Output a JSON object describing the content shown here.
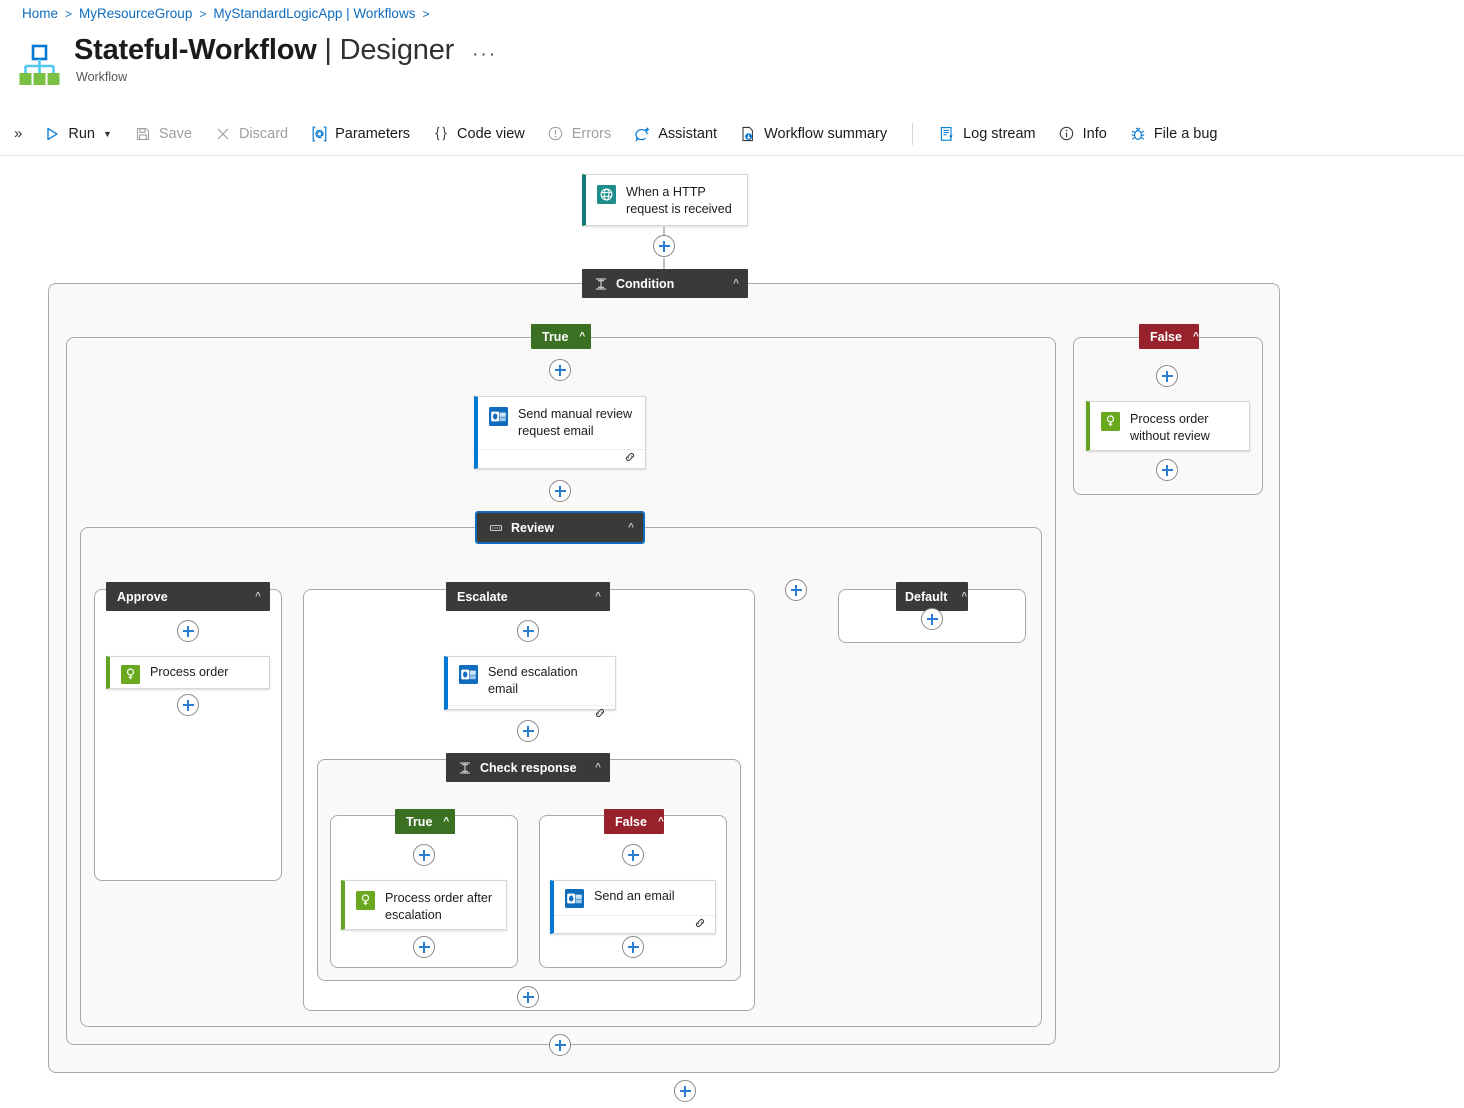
{
  "breadcrumb": {
    "items": [
      {
        "label": "Home"
      },
      {
        "label": "MyResourceGroup"
      },
      {
        "label": "MyStandardLogicApp | Workflows"
      }
    ],
    "separator": ">"
  },
  "header": {
    "title_main": "Stateful-Workflow",
    "title_sep": "|",
    "title_sub": "Designer",
    "more_label": "···",
    "subtitle": "Workflow",
    "app_icon": "workflow-hierarchy-icon"
  },
  "toolbar": {
    "expand_label": "»",
    "items": [
      {
        "label": "Run",
        "icon": "play-icon",
        "has_caret": true,
        "disabled": false
      },
      {
        "label": "Save",
        "icon": "save-disk-icon",
        "has_caret": false,
        "disabled": true
      },
      {
        "label": "Discard",
        "icon": "close-x-icon",
        "has_caret": false,
        "disabled": true
      },
      {
        "label": "Parameters",
        "icon": "at-bracket-icon",
        "has_caret": false,
        "disabled": false
      },
      {
        "label": "Code view",
        "icon": "curly-braces-icon",
        "has_caret": false,
        "disabled": false
      },
      {
        "label": "Errors",
        "icon": "error-circle-icon",
        "has_caret": false,
        "disabled": true
      },
      {
        "label": "Assistant",
        "icon": "assistant-sparkle-icon",
        "has_caret": false,
        "disabled": false
      },
      {
        "label": "Workflow summary",
        "icon": "summary-download-icon",
        "has_caret": false,
        "disabled": false
      }
    ],
    "items_right": [
      {
        "label": "Log stream",
        "icon": "log-stream-icon",
        "has_caret": false,
        "disabled": false
      },
      {
        "label": "Info",
        "icon": "info-circle-icon",
        "has_caret": false,
        "disabled": false
      },
      {
        "label": "File a bug",
        "icon": "bug-icon",
        "has_caret": false,
        "disabled": false
      }
    ]
  },
  "colors": {
    "accent_blue": "#0078d4",
    "link_blue": "#0f6cbd",
    "header_dark": "#3b3a39",
    "true_green": "#3b7023",
    "false_red": "#97222b",
    "card_green": "#64a323",
    "card_teal": "#107c77",
    "scope_fill": "#faf9f8",
    "scope_border": "#a9a9a9"
  },
  "workflow": {
    "trigger": {
      "label": "When a HTTP request is received",
      "icon": "http-request-icon",
      "accent": "teal"
    },
    "condition": {
      "label": "Condition",
      "icon": "condition-control-icon",
      "caret": "ⱏ",
      "selected": false
    },
    "condition_true": {
      "label": "True",
      "caret": "ⱏ"
    },
    "condition_false": {
      "label": "False",
      "caret": "ⱏ"
    },
    "send_manual_review": {
      "label": "Send manual review request email",
      "icon": "outlook-icon",
      "accent": "blue",
      "footer_icon": "connection-link-icon"
    },
    "process_without_review": {
      "label": "Process order without review",
      "icon": "service-bus-icon",
      "accent": "green"
    },
    "review_switch": {
      "label": "Review",
      "icon": "switch-case-icon",
      "caret": "ⱏ",
      "selected": true
    },
    "case_approve": {
      "label": "Approve",
      "caret": "ⱏ"
    },
    "case_escalate": {
      "label": "Escalate",
      "caret": "ⱏ"
    },
    "case_default": {
      "label": "Default",
      "caret": "ⱏ"
    },
    "process_order": {
      "label": "Process order",
      "icon": "service-bus-icon",
      "accent": "green"
    },
    "send_escalation_email": {
      "label": "Send escalation email",
      "icon": "outlook-icon",
      "accent": "blue",
      "footer_icon": "connection-link-icon"
    },
    "check_response": {
      "label": "Check response",
      "icon": "condition-control-icon",
      "caret": "ⱏ",
      "selected": false
    },
    "check_true": {
      "label": "True",
      "caret": "ⱏ"
    },
    "check_false": {
      "label": "False",
      "caret": "ⱏ"
    },
    "process_after_escalation": {
      "label": "Process order after escalation",
      "icon": "service-bus-icon",
      "accent": "green"
    },
    "send_an_email": {
      "label": "Send an email",
      "icon": "outlook-icon",
      "accent": "blue",
      "footer_icon": "connection-link-icon"
    },
    "add_button_label": "+"
  }
}
